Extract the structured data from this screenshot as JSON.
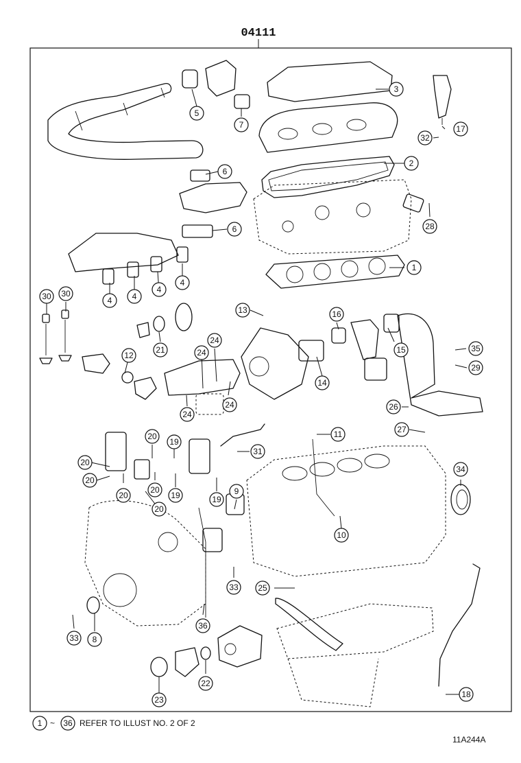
{
  "diagram": {
    "title": "04111",
    "footer": {
      "range_start": "1",
      "range_sep": "~",
      "range_end": "36",
      "note": "REFER TO ILLUST NO. 2 OF 2",
      "code": "11A244A"
    },
    "callouts": [
      "1",
      "2",
      "3",
      "4",
      "5",
      "6",
      "7",
      "8",
      "9",
      "10",
      "11",
      "12",
      "13",
      "14",
      "15",
      "16",
      "17",
      "18",
      "19",
      "20",
      "21",
      "22",
      "23",
      "24",
      "25",
      "26",
      "27",
      "28",
      "29",
      "30",
      "31",
      "32",
      "33",
      "34",
      "35",
      "36"
    ]
  }
}
